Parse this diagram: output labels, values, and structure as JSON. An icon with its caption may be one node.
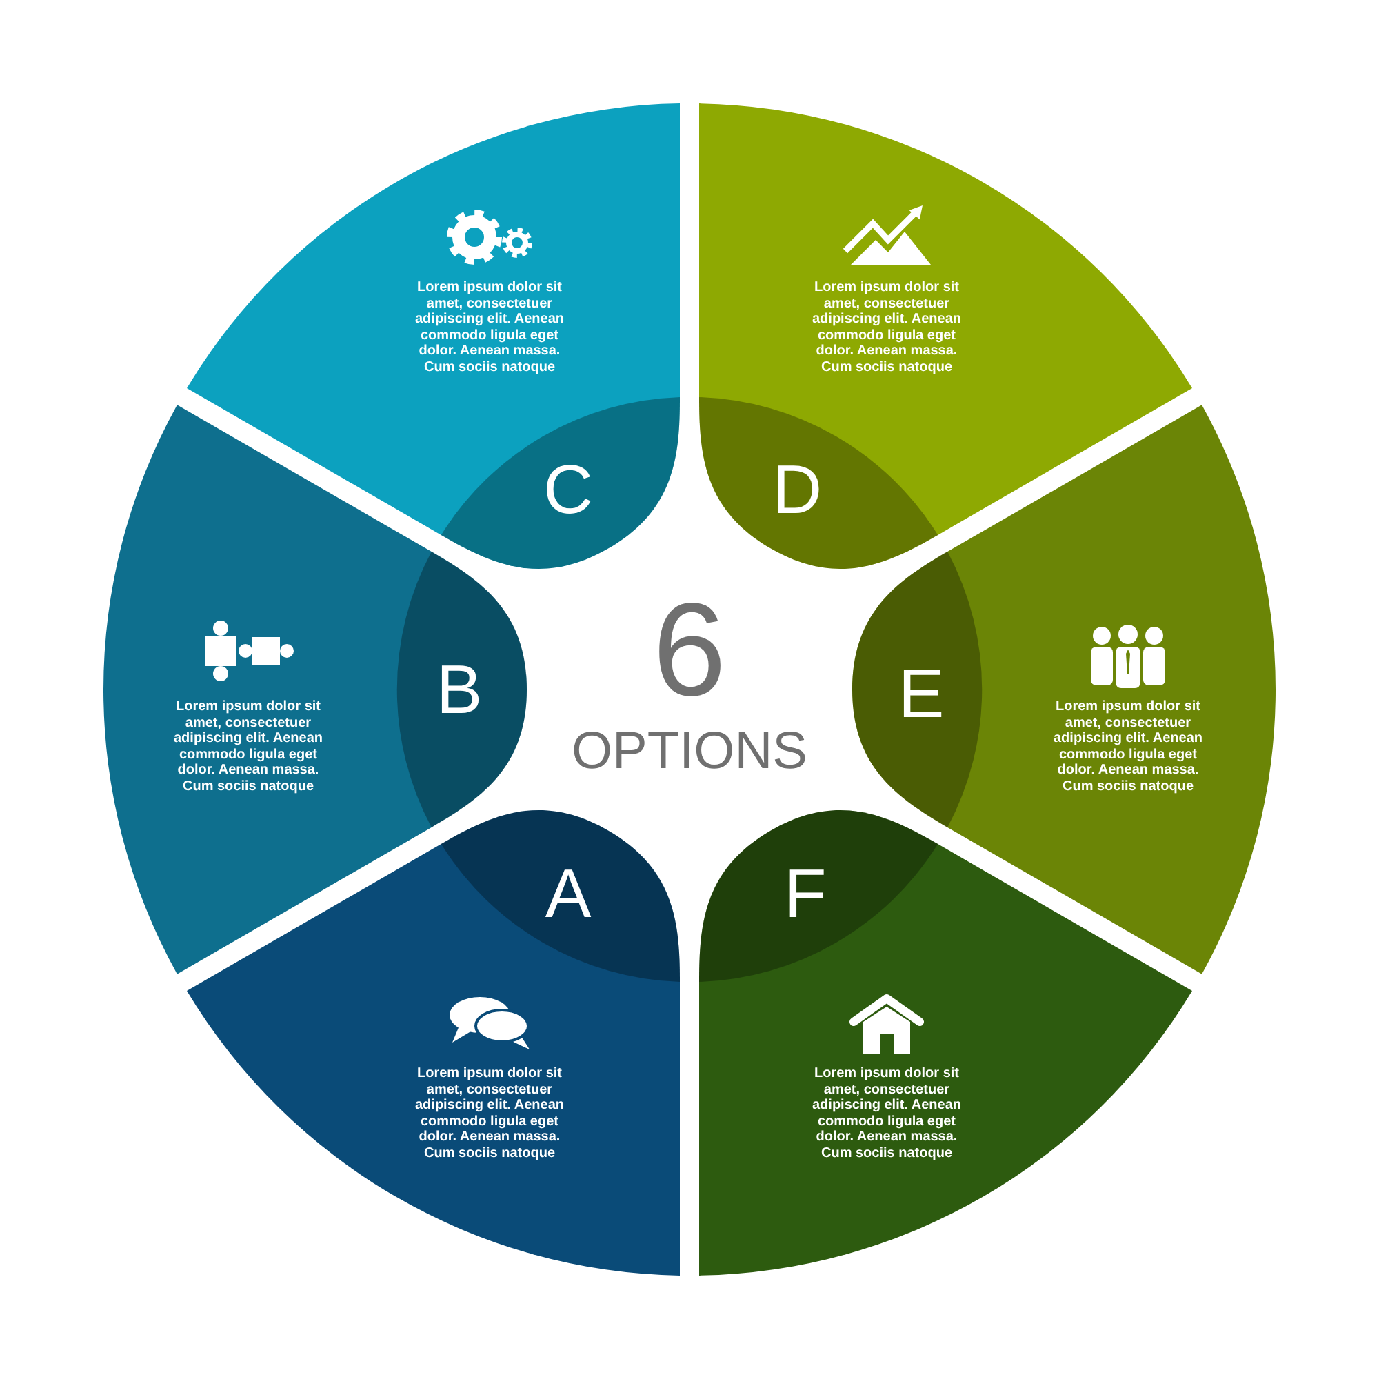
{
  "diagram": {
    "nodes": [
      {
        "text": [
          "A",
          "Lorem ipsum dolor sit amet, consectetuer adipiscing elit. Aenean commodo ligula eget dolor. Aenean massa. Cum sociis natoque"
        ]
      },
      {
        "text": [
          "B",
          "Lorem ipsum dolor sit amet, consectetuer adipiscing elit. Aenean commodo ligula eget dolor. Aenean massa. Cum sociis natoque"
        ]
      },
      {
        "text": [
          "Lorem ipsum dolor sit amet, consectetuer adipiscing elit. Aenean commodo ligula eget dolor. Aenean massa. Cum sociis natoque",
          "C"
        ]
      },
      {
        "text": [
          "Lorem ipsum dolor sit amet, consectetuer adipiscing elit. Aenean commodo ligula eget dolor. Aenean massa. Cum sociis natoque",
          "D"
        ]
      },
      {
        "text": [
          "E",
          "Lorem ipsum dolor sit amet, consectetuer adipiscing elit. Aenean commodo ligula eget dolor. Aenean massa. Cum sociis natoque"
        ]
      },
      {
        "text": [
          "F",
          "Lorem ipsum dolor sit amet, consectetuer adipiscing elit. Aenean commodo ligula eget dolor. Aenean massa. Cum sociis natoque"
        ]
      }
    ],
    "labels": [
      "6",
      "OPTIONS"
    ]
  }
}
